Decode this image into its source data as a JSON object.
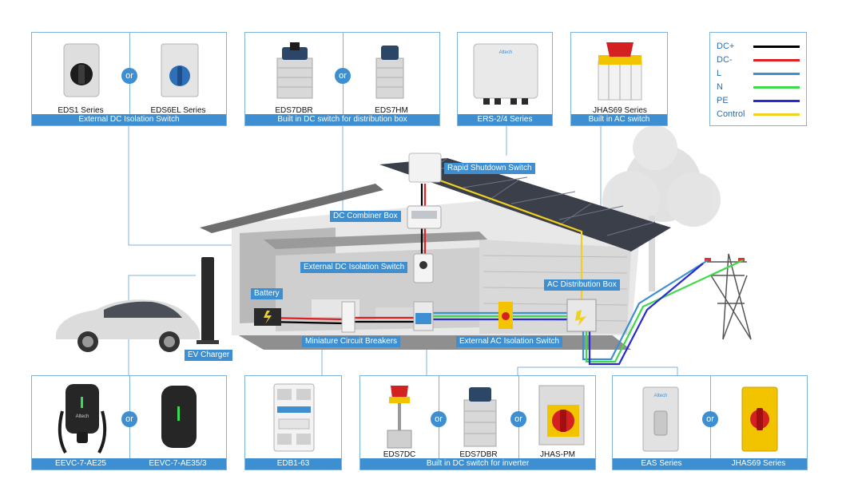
{
  "legend": {
    "items": [
      {
        "label": "DC+",
        "color": "#000000"
      },
      {
        "label": "DC-",
        "color": "#e02020"
      },
      {
        "label": "L",
        "color": "#3d8fd1"
      },
      {
        "label": "N",
        "color": "#3fd94a"
      },
      {
        "label": "PE",
        "color": "#2a2ad1"
      },
      {
        "label": "Control",
        "color": "#f0d020"
      }
    ]
  },
  "top_cards": {
    "external_dc": {
      "bar": "External DC Isolation Switch",
      "left_name": "EDS1 Series",
      "right_name": "EDS6EL Series",
      "or": "or"
    },
    "builtin_dist": {
      "bar": "Built in DC switch for distribution box",
      "left_name": "EDS7DBR",
      "right_name": "EDS7HM",
      "or": "or"
    },
    "ers": {
      "bar": "ERS-2/4 Series"
    },
    "ac_switch": {
      "bar": "Built in AC switch",
      "name": "JHAS69 Series"
    }
  },
  "bottom_cards": {
    "ev": {
      "left_bar": "EEVC-7-AE25",
      "right_bar": "EEVC-7-AE35/3",
      "or": "or"
    },
    "mcb": {
      "bar": "EDB1-63"
    },
    "inverter": {
      "bar": "Built in DC switch for inverter",
      "names": [
        "EDS7DC",
        "EDS7DBR",
        "JHAS-PM"
      ],
      "or": "or"
    },
    "eas": {
      "left_bar": "EAS Series",
      "right_bar": "JHAS69 Series",
      "or": "or"
    }
  },
  "scene_tags": {
    "rapid": "Rapid Shutdown Switch",
    "combiner": "DC Combiner Box",
    "ext_dc": "External DC Isolation Switch",
    "battery": "Battery",
    "ac_dist": "AC Distribution Box",
    "mcb": "Miniature Circuit Breakers",
    "ext_ac": "External AC Isolation Switch",
    "ev": "EV Charger"
  },
  "brand": "Altech"
}
